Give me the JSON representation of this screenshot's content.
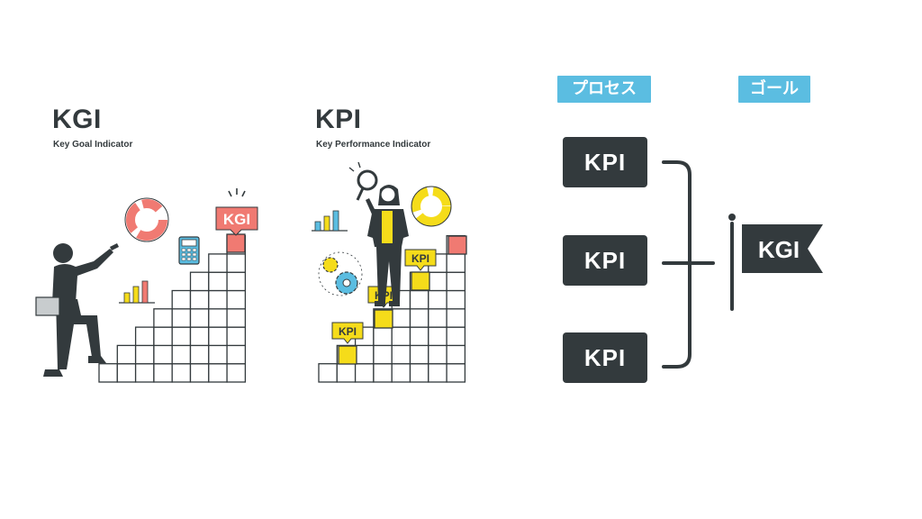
{
  "kgi_panel": {
    "title": "KGI",
    "subtitle": "Key Goal Indicator",
    "flag_label": "KGI"
  },
  "kpi_panel": {
    "title": "KPI",
    "subtitle": "Key Performance Indicator",
    "step_labels": [
      "KPI",
      "KPI",
      "KPI"
    ]
  },
  "flow": {
    "process_label": "プロセス",
    "goal_label": "ゴール",
    "kpi_boxes": [
      "KPI",
      "KPI",
      "KPI"
    ],
    "goal_flag": "KGI"
  },
  "colors": {
    "dark": "#333a3d",
    "accent_blue": "#5bbde1",
    "kgi_red": "#f07a72",
    "kpi_yellow": "#f5dc1a"
  },
  "icons": [
    "businessman-icon",
    "donut-chart-icon",
    "calculator-icon",
    "bar-chart-icon",
    "businesswoman-icon",
    "magnifier-icon",
    "gear-icon",
    "flag-icon"
  ]
}
